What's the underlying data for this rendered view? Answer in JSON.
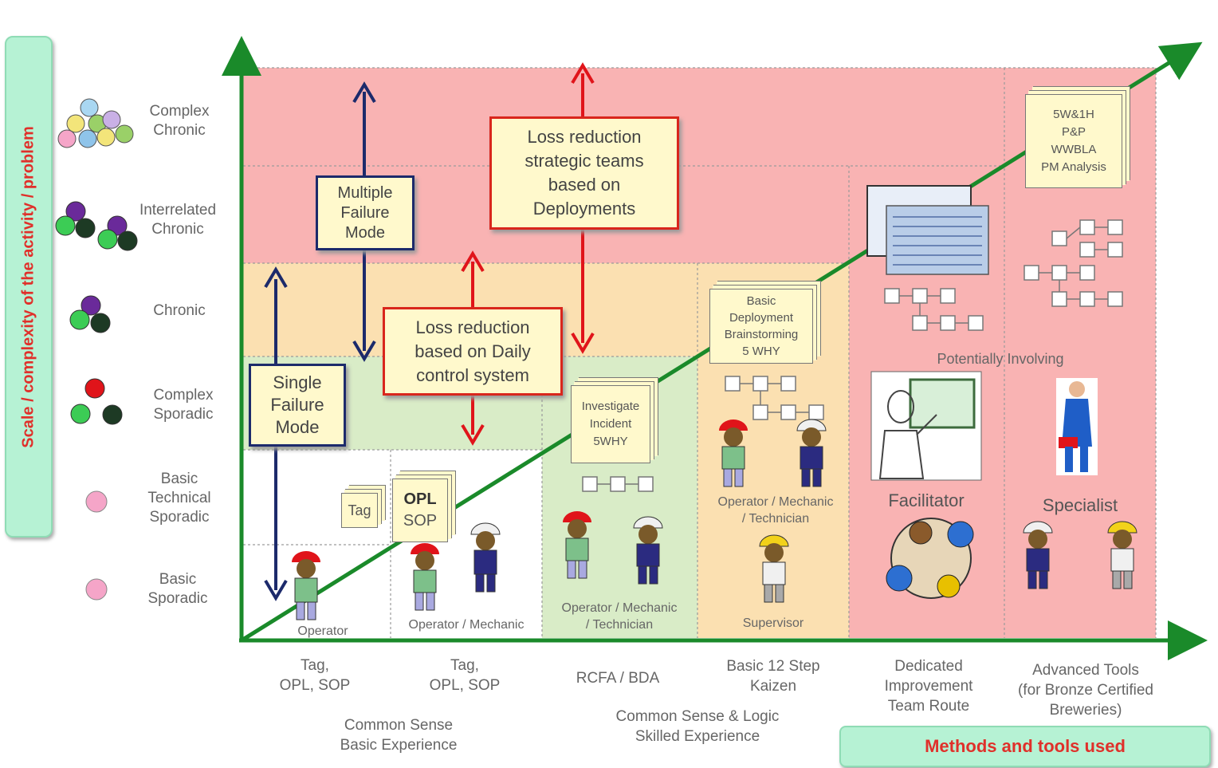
{
  "y_axis_label": "Scale / complexity of the activity / problem",
  "categories": [
    {
      "lines": [
        "Complex",
        "Chronic"
      ]
    },
    {
      "lines": [
        "Interrelated",
        "Chronic"
      ]
    },
    {
      "lines": [
        "Chronic"
      ]
    },
    {
      "lines": [
        "Complex",
        "Sporadic"
      ]
    },
    {
      "lines": [
        "Basic",
        "Technical",
        "Sporadic"
      ]
    },
    {
      "lines": [
        "Basic",
        "Sporadic"
      ]
    }
  ],
  "colors": {
    "zone_red": "#f9b3b3",
    "zone_orange": "#fbe0b1",
    "zone_green": "#d9ecc7",
    "axis_green": "#1a8a2a",
    "arrow_red": "#e0141a",
    "arrow_blue": "#1c2a6b",
    "label_red": "#e0302a",
    "label_bg": "#b6f2d4"
  },
  "boxes": {
    "single_failure": [
      "Single",
      "Failure",
      "Mode"
    ],
    "multiple_failure": [
      "Multiple",
      "Failure",
      "Mode"
    ],
    "daily_control": [
      "Loss reduction",
      "based on Daily",
      "control system"
    ],
    "strategic": [
      "Loss reduction",
      "strategic teams",
      "based on",
      "Deployments"
    ]
  },
  "docs": {
    "tag": "Tag",
    "opl_sop": [
      "OPL",
      "SOP"
    ],
    "investigate": [
      "Investigate",
      "Incident",
      "5WHY"
    ],
    "deployment": [
      "Basic",
      "Deployment",
      "Brainstorming",
      "5 WHY"
    ],
    "advanced": [
      "5W&1H",
      "P&P",
      "WWBLA",
      "PM Analysis"
    ]
  },
  "roles": {
    "operator": "Operator",
    "operator_mechanic": "Operator  / Mechanic",
    "operator_mechanic_tech_1": [
      "Operator  / Mechanic",
      "/ Technician"
    ],
    "operator_mechanic_tech_2": [
      "Operator  / Mechanic",
      "/ Technician"
    ],
    "supervisor": "Supervisor",
    "facilitator": "Facilitator",
    "specialist": "Specialist",
    "potentially": "Potentially  Involving"
  },
  "methods": [
    [
      "Tag,",
      "OPL, SOP"
    ],
    [
      "Tag,",
      "OPL, SOP"
    ],
    [
      "RCFA / BDA"
    ],
    [
      "Basic 12 Step",
      "Kaizen"
    ],
    [
      "Dedicated",
      "Improvement",
      "Team Route"
    ],
    [
      "Advanced  Tools",
      "(for Bronze Certified",
      "Breweries)"
    ]
  ],
  "experience": {
    "left": [
      "Common Sense",
      "Basic Experience"
    ],
    "right": [
      "Common Sense & Logic",
      "Skilled Experience"
    ]
  },
  "x_axis_label": "Methods and tools used"
}
